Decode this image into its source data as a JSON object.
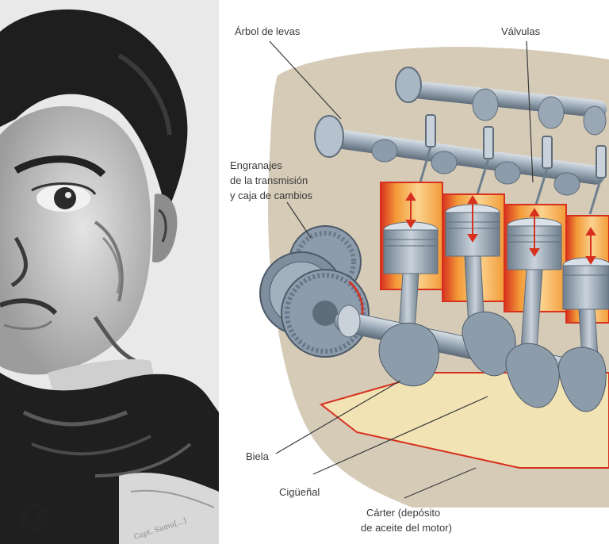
{
  "portrait": {
    "artist_signature": "Capt. Samu[...]",
    "monogram": "CG"
  },
  "engine_diagram": {
    "labels": {
      "camshaft": "Árbol de levas",
      "valves": "Válvulas",
      "gears_line1": "Engranajes",
      "gears_line2": "de la transmisión",
      "gears_line3": "y caja de cambios",
      "connecting_rod": "Biela",
      "crankshaft": "Cigüeñal",
      "sump_line1": "Cárter (depósito",
      "sump_line2": "de aceite del motor)"
    },
    "colors": {
      "background_panel": "#d5cbb7",
      "metal": "#9aa8b6",
      "metal_dark": "#6f7e8d",
      "cylinder_orange": "#f39a37",
      "cylinder_red": "#d7301f",
      "oil_sump": "#f2e3b4",
      "arrow_red": "#d7301f"
    }
  }
}
